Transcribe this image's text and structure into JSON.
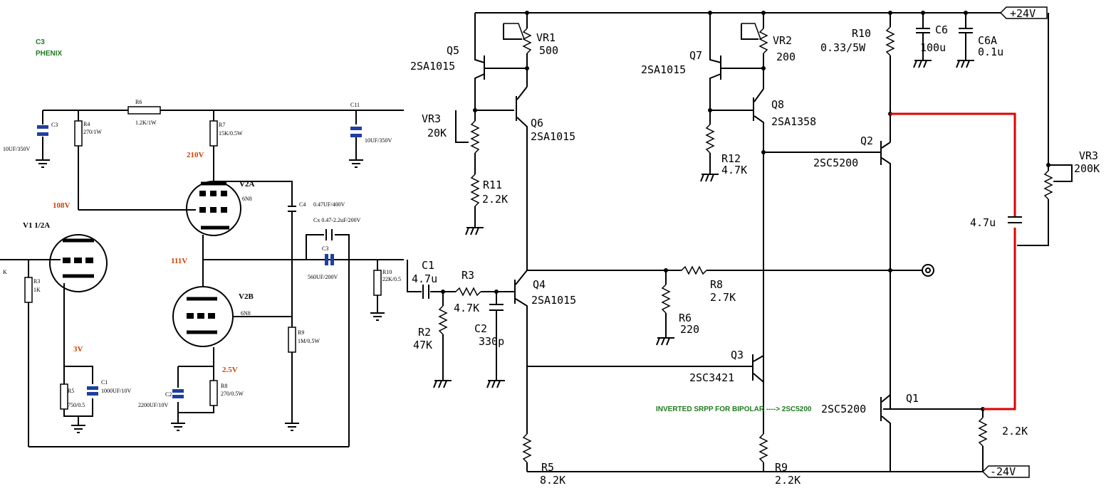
{
  "left_schematic": {
    "brand_line1": "C3",
    "brand_line2": "PHENIX",
    "labels": {
      "r6": "R6",
      "r6_val": "1.2K/1W",
      "c11": "C11",
      "c3": "C3",
      "c3_val": "10UF/350V",
      "r4": "R4",
      "r4_val": "270/1W",
      "r7": "R7",
      "r7_val": "15K/0.5W",
      "c11_val": "10UF/350V",
      "v_plate": "210V",
      "v2a": "V2A",
      "v2a_tube": "6N8",
      "v_108": "108V",
      "v1": "V1 1/2A",
      "c4": "C4",
      "c4_val": "0.47UF/400V",
      "cx": "Cx 0.47-2.2uF/200V",
      "c_bypass": "C3",
      "c_bypass_val": "560UF/200V",
      "v_111": "111V",
      "r10": "R10",
      "r10_val": "22K/0.5",
      "r3": "R3",
      "r3_val": "1K",
      "v2b": "V2B",
      "v2b_tube": "6N8",
      "in_k": "K",
      "r9": "R9",
      "r9_val": "1M/0.5W",
      "v_3": "3V",
      "v_2_5": "2.5V",
      "r5": "R5",
      "r5_val": "750/0.5",
      "c1": "C1",
      "c1_val": "1000UF/10V",
      "c2": "C2",
      "c2_val": "2200UF/10V",
      "r8": "R8",
      "r8_val": "270/0.5W"
    }
  },
  "right_schematic": {
    "rail_pos": "+24V",
    "rail_neg": "-24V",
    "components": {
      "q5": "Q5",
      "q5_part": "2SA1015",
      "vr1": "VR1",
      "vr1_val": "500",
      "q6": "Q6",
      "q6_part": "2SA1015",
      "vr3a": "VR3",
      "vr3a_val": "20K",
      "r11": "R11",
      "r11_val": "2.2K",
      "q7": "Q7",
      "q7_part": "2SA1015",
      "vr2": "VR2",
      "vr2_val": "200",
      "q8": "Q8",
      "q8_part": "2SA1358",
      "r12": "R12",
      "r12_val": "4.7K",
      "r10": "R10",
      "r10_val": "0.33/5W",
      "c6": "C6",
      "c6_val": "100u",
      "c6a": "C6A",
      "c6a_val": "0.1u",
      "q2": "Q2",
      "q2_part": "2SC5200",
      "vr3b": "VR3",
      "vr3b_val": "200K",
      "c_fb": "4.7u",
      "c1": "C1",
      "c1_val": "4.7u",
      "r3": "R3",
      "r3_val": "4.7K",
      "q4": "Q4",
      "q4_part": "2SA1015",
      "r8": "R8",
      "r8_val": "2.7K",
      "r6": "R6",
      "r6_val": "220",
      "r2": "R2",
      "r2_val": "47K",
      "c2": "C2",
      "c2_val": "330p",
      "q3": "Q3",
      "q3_part": "2SC3421",
      "q1": "Q1",
      "q1_part": "2SC5200",
      "r_q1": "2.2K",
      "r5": "R5",
      "r5_val": "8.2K",
      "r9": "R9",
      "r9_val": "2.2K"
    },
    "annotation": "INVERTED SRPP FOR BIPOLAR ----> 2SC5200"
  },
  "colors": {
    "wire": "#000000",
    "highlight_wire": "#e00000",
    "voltage_label": "#d04000",
    "brand_text": "#1f7a1f",
    "capacitor_fill": "#1f3fa0"
  }
}
